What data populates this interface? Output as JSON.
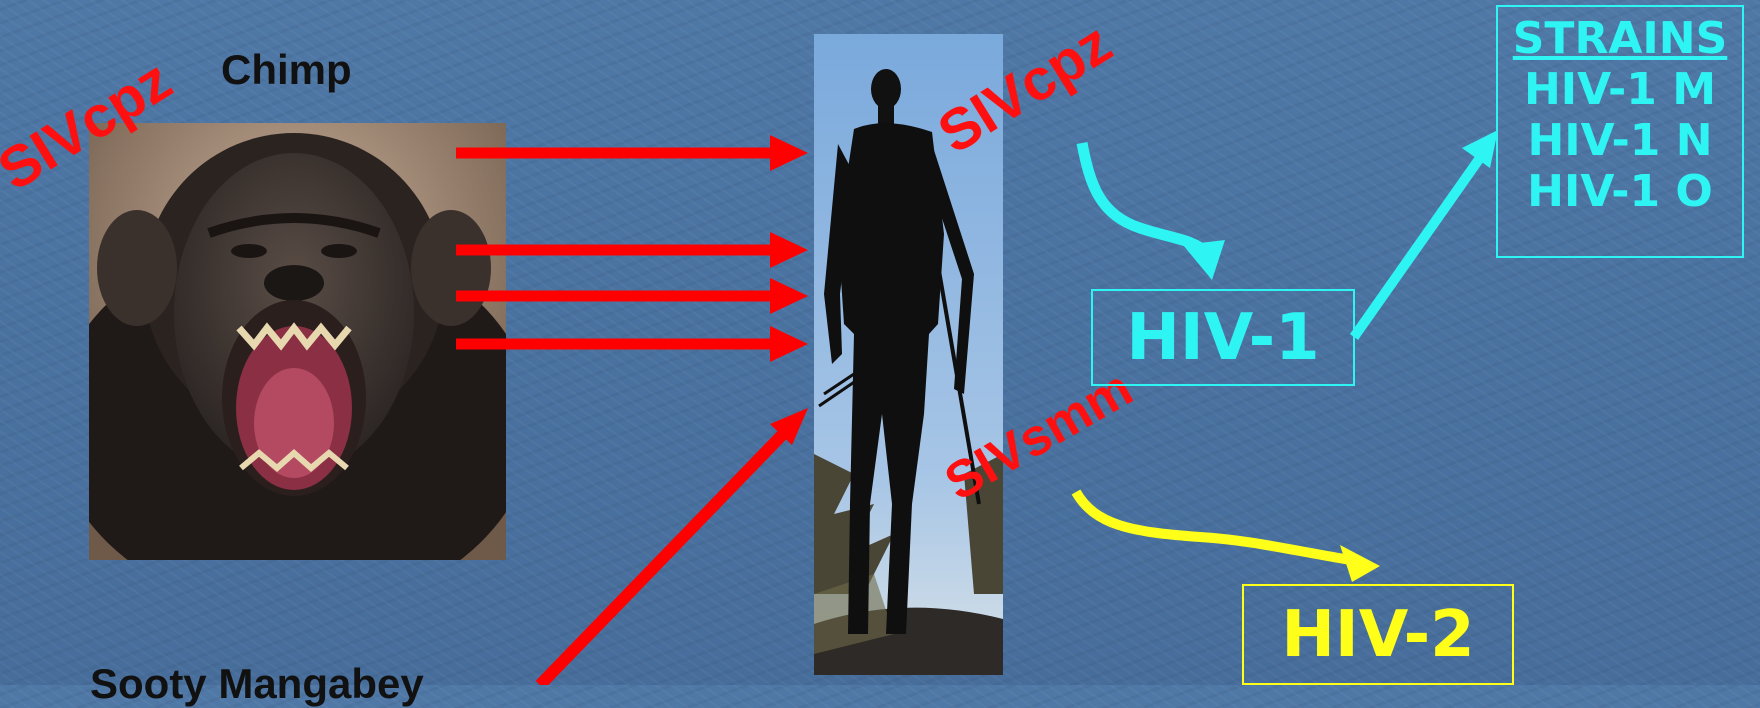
{
  "labels": {
    "chimp": "Chimp",
    "mangabey": "Sooty Mangabey",
    "sivcpz_left": "SIVcpz",
    "sivcpz_right": "SIVcpz",
    "sivsmm": "SIVsmm"
  },
  "boxes": {
    "hiv1": "HIV-1",
    "hiv2": "HIV-2"
  },
  "strains": {
    "header": "STRAINS",
    "items": [
      "HIV-1 M",
      "HIV-1 N",
      "HIV-1 O"
    ]
  },
  "colors": {
    "transmission_arrow": "#ff0000",
    "hiv1_flow": "#2ff4f4",
    "hiv2_flow": "#ffff1a"
  }
}
